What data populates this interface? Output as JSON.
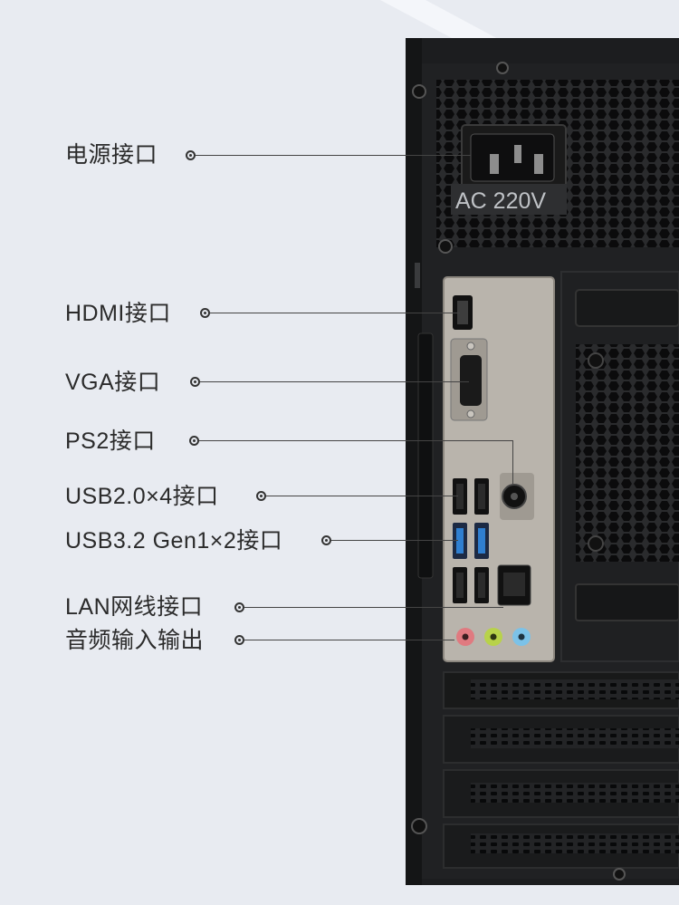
{
  "image": {
    "psu_marking": "AC 220V",
    "colors": {
      "background": "#e8ebf1",
      "case": "#1c1d1f",
      "io_plate": "#b9b4ac",
      "usb3_blue": "#2f7fd0",
      "audio_pink": "#e07a80",
      "audio_green": "#b8d24a",
      "audio_blue": "#7cc2e8"
    }
  },
  "callouts": [
    {
      "label": "电源接口"
    },
    {
      "label": "HDMI接口"
    },
    {
      "label": "VGA接口"
    },
    {
      "label": "PS2接口"
    },
    {
      "label": "USB2.0×4接口"
    },
    {
      "label": "USB3.2 Gen1×2接口"
    },
    {
      "label": "LAN网线接口"
    },
    {
      "label": "音频输入输出"
    }
  ]
}
